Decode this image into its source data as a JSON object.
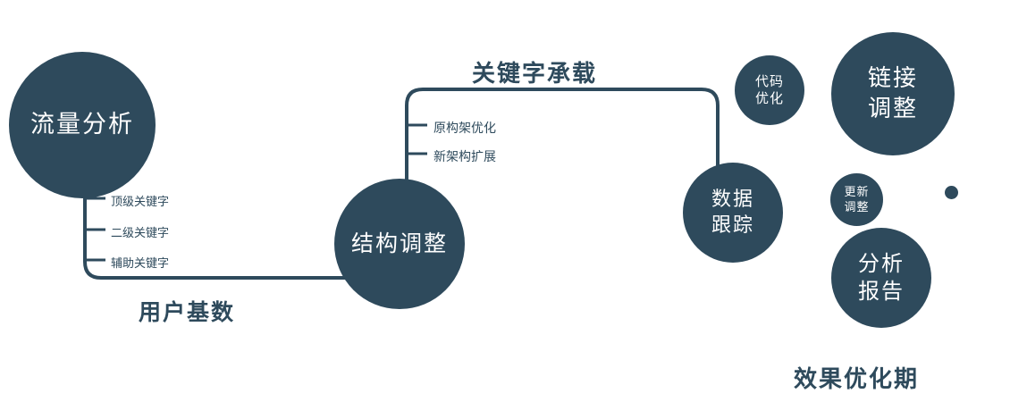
{
  "colors": {
    "primary": "#2e4a5c",
    "node_text": "#ffffff",
    "background": "#ffffff"
  },
  "nodes": {
    "traffic_analysis": {
      "label": "流量分析"
    },
    "structure_adjust": {
      "label": "结构调整"
    },
    "data_tracking": {
      "line1": "数据",
      "line2": "跟踪"
    },
    "code_optimize": {
      "line1": "代码",
      "line2": "优化"
    },
    "link_adjust": {
      "line1": "链接",
      "line2": "调整"
    },
    "update_adjust": {
      "line1": "更新",
      "line2": "调整"
    },
    "analysis_report": {
      "line1": "分析",
      "line2": "报告"
    }
  },
  "edge_labels": {
    "user_base": "用户基数",
    "keyword_bearing": "关键字承载"
  },
  "branches": {
    "traffic": [
      "顶级关键字",
      "二级关键字",
      "辅助关键字"
    ],
    "structure": [
      "原构架优化",
      "新架构扩展"
    ]
  },
  "caption": "效果优化期"
}
